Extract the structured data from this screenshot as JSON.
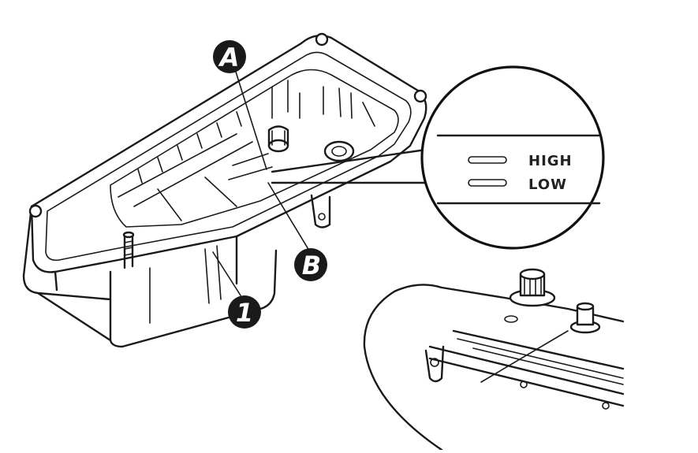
{
  "callouts": {
    "a": "A",
    "b": "B",
    "one": "1"
  },
  "dipstick_gauge": {
    "high_label": "HIGH",
    "low_label": "LOW"
  },
  "colors": {
    "ink": "#1a1a1a",
    "badge_fill": "#1a1a1a",
    "paper": "#ffffff"
  },
  "icons": {
    "callout_badge": "filled-circle-letter"
  }
}
